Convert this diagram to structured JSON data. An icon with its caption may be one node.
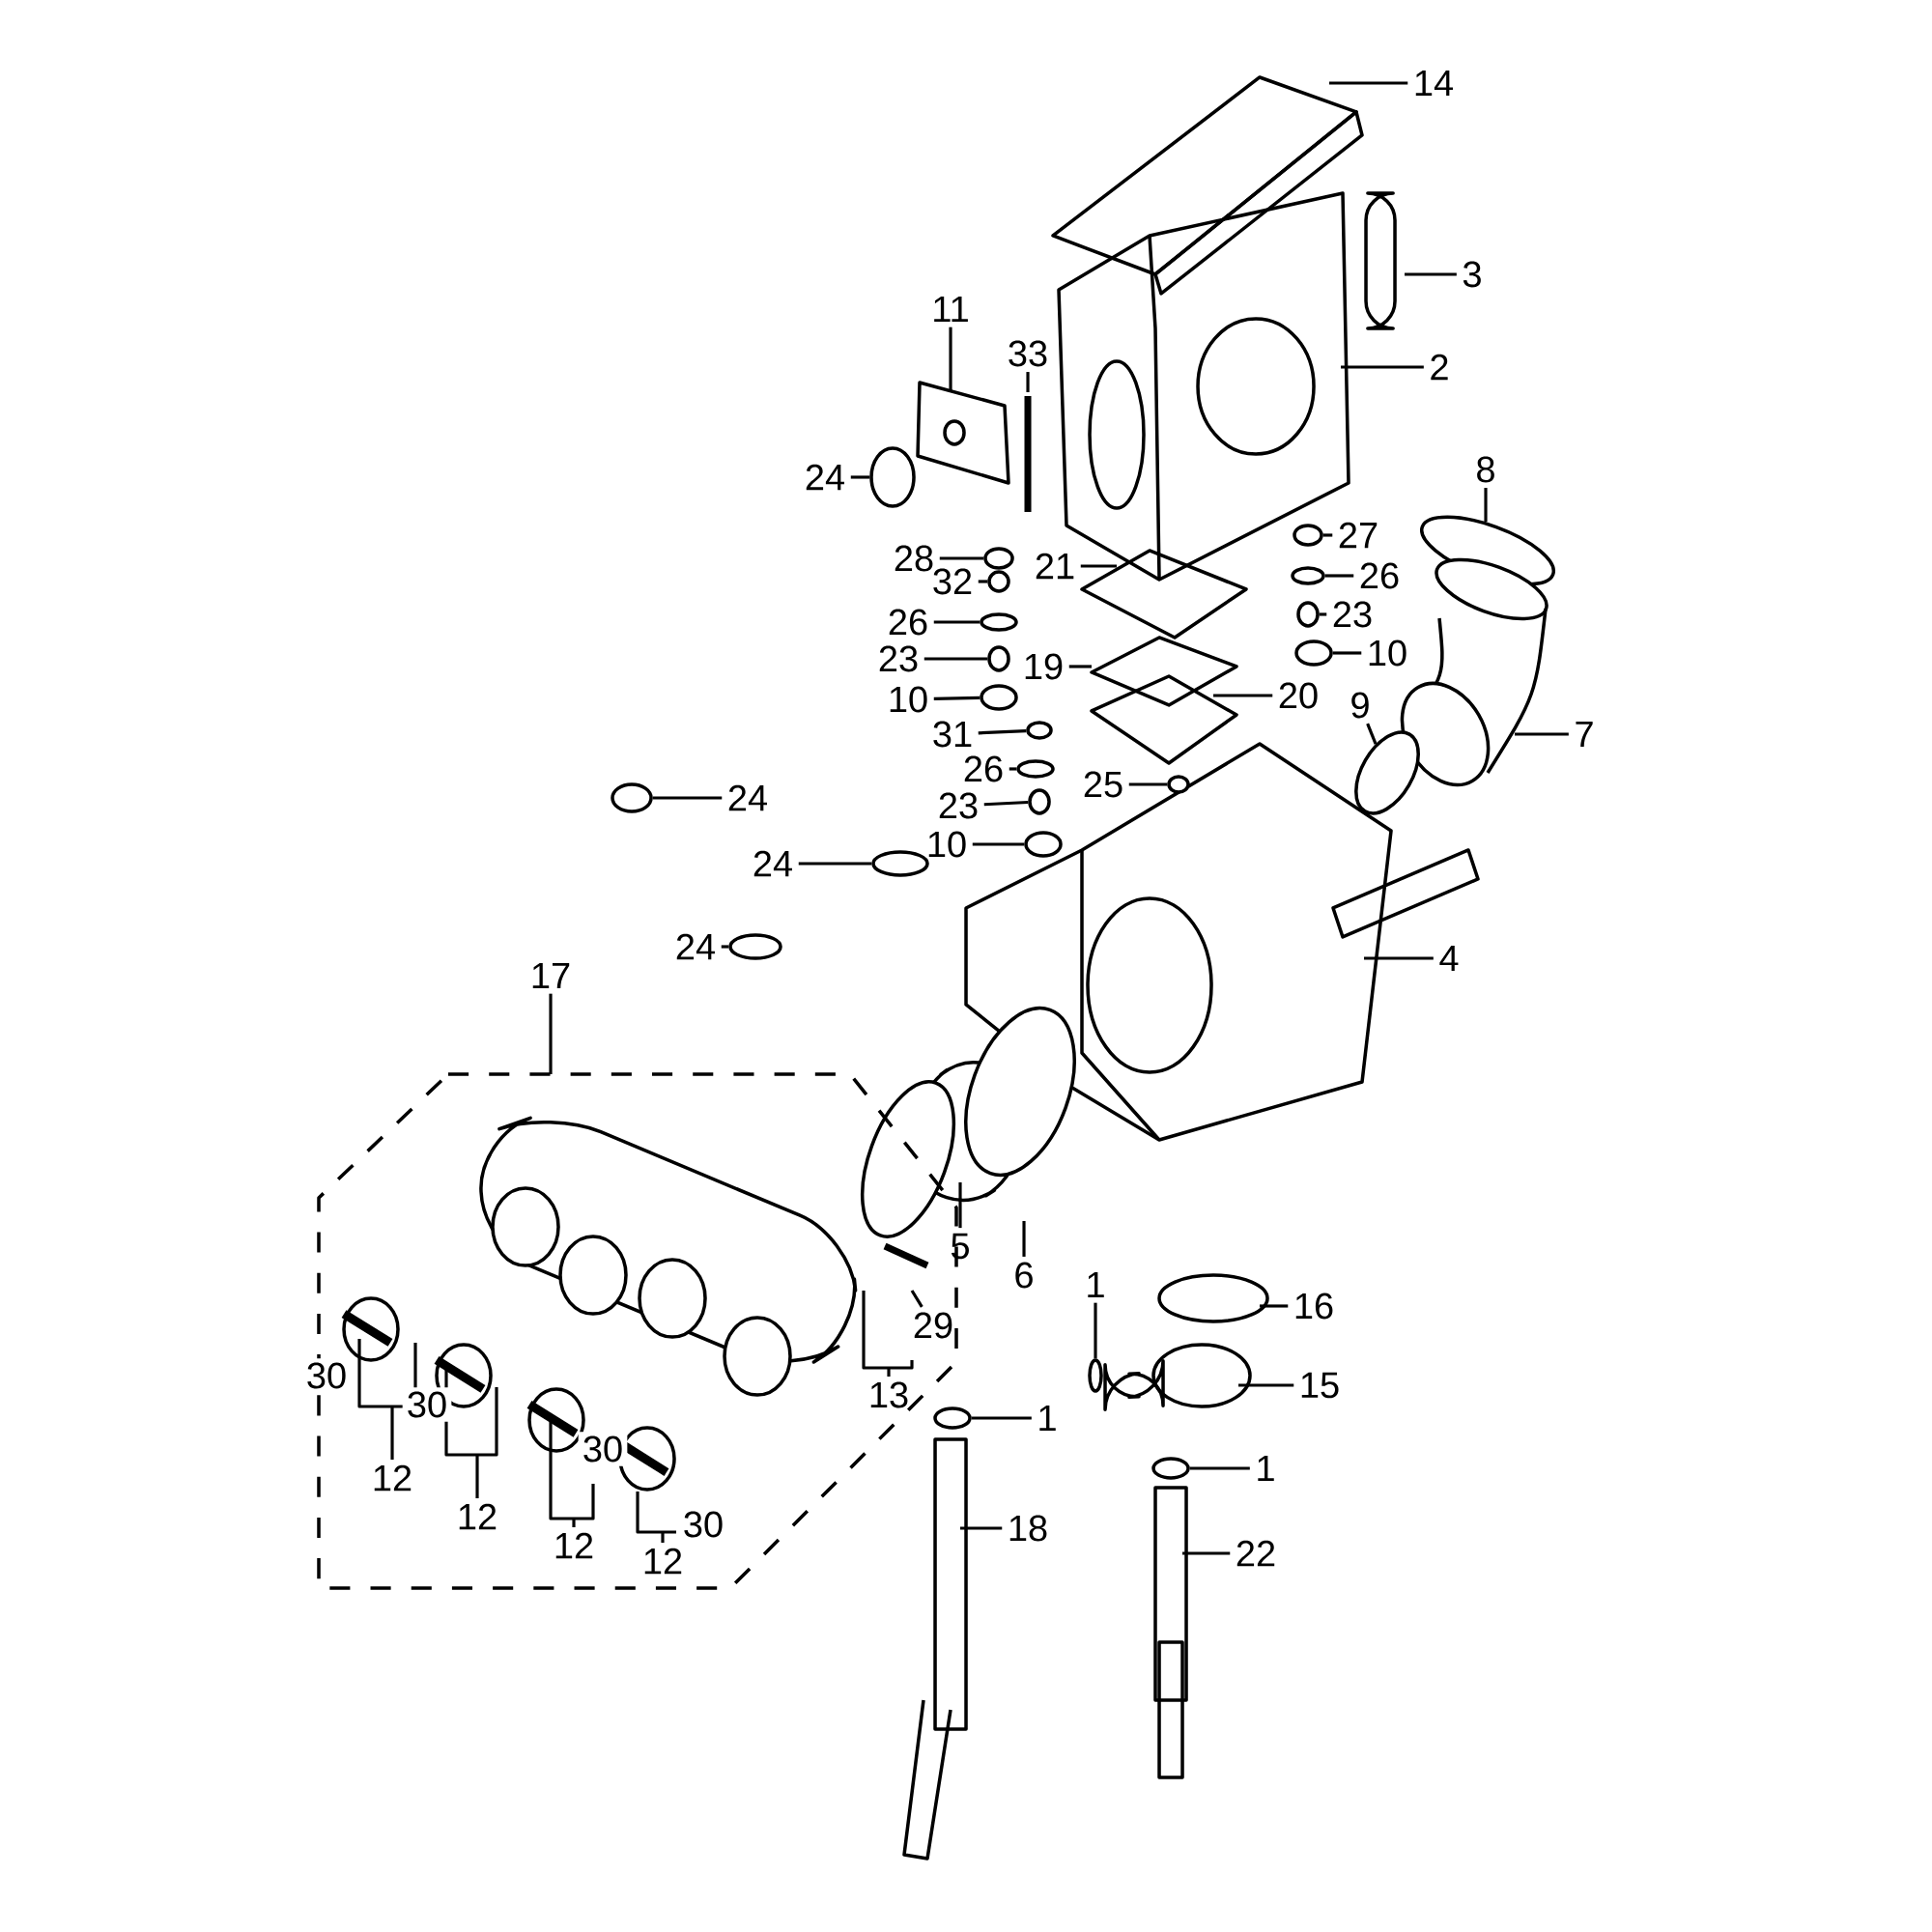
{
  "diagram": {
    "nodes": [
      {
        "text": [
          "14"
        ]
      },
      {
        "text": [
          "3"
        ]
      },
      {
        "text": [
          "11"
        ]
      },
      {
        "text": [
          "33"
        ]
      },
      {
        "text": [
          "2"
        ]
      },
      {
        "text": [
          "8"
        ]
      },
      {
        "text": [
          "24"
        ]
      },
      {
        "text": [
          "27"
        ]
      },
      {
        "text": [
          "28"
        ]
      },
      {
        "text": [
          "21"
        ]
      },
      {
        "text": [
          "26"
        ]
      },
      {
        "text": [
          "32"
        ]
      },
      {
        "text": [
          "26"
        ]
      },
      {
        "text": [
          "23"
        ]
      },
      {
        "text": [
          "10"
        ]
      },
      {
        "text": [
          "23"
        ]
      },
      {
        "text": [
          "19"
        ]
      },
      {
        "text": [
          "20"
        ]
      },
      {
        "text": [
          "10"
        ]
      },
      {
        "text": [
          "9"
        ]
      },
      {
        "text": [
          "31"
        ]
      },
      {
        "text": [
          "7"
        ]
      },
      {
        "text": [
          "26"
        ]
      },
      {
        "text": [
          "25"
        ]
      },
      {
        "text": [
          "24"
        ]
      },
      {
        "text": [
          "23"
        ]
      },
      {
        "text": [
          "10"
        ]
      },
      {
        "text": [
          "24"
        ]
      },
      {
        "text": [
          "24"
        ]
      },
      {
        "text": [
          "4"
        ]
      },
      {
        "text": [
          "17"
        ]
      },
      {
        "text": [
          "5"
        ]
      },
      {
        "text": [
          "6"
        ]
      },
      {
        "text": [
          "1"
        ]
      },
      {
        "text": [
          "16"
        ]
      },
      {
        "text": [
          "29"
        ]
      },
      {
        "text": [
          "13"
        ]
      },
      {
        "text": [
          "15"
        ]
      },
      {
        "text": [
          "1"
        ]
      },
      {
        "text": [
          "12"
        ]
      },
      {
        "text": [
          "1"
        ]
      },
      {
        "text": [
          "12"
        ]
      },
      {
        "text": [
          "18"
        ]
      },
      {
        "text": [
          "12"
        ]
      },
      {
        "text": [
          "22"
        ]
      },
      {
        "text": [
          "12"
        ]
      },
      {
        "text": [],
        "shape": "circle"
      },
      {
        "text": [],
        "shape": "circle"
      },
      {
        "text": [],
        "shape": "circle"
      },
      {
        "text": [],
        "shape": "circle"
      },
      {
        "text": [],
        "shape": "circle"
      },
      {
        "text": [],
        "shape": "circle"
      },
      {
        "text": [],
        "shape": "circle"
      },
      {
        "text": [],
        "shape": "circle"
      },
      {
        "text": [],
        "shape": "circle"
      },
      {
        "text": [],
        "shape": "circle"
      },
      {
        "text": [],
        "shape": "circle"
      },
      {
        "text": [],
        "shape": "circle"
      },
      {
        "text": [],
        "shape": "circle"
      },
      {
        "text": [],
        "shape": "circle"
      },
      {
        "text": [],
        "shape": "circle"
      },
      {
        "text": [],
        "shape": "circle"
      },
      {
        "text": [],
        "shape": "circle"
      },
      {
        "text": [],
        "shape": "circle"
      },
      {
        "text": [],
        "shape": "circle"
      },
      {
        "text": [],
        "shape": "circle"
      },
      {
        "text": [],
        "shape": "circle"
      },
      {
        "text": [],
        "shape": "circle"
      }
    ],
    "edges": [
      {
        "from": 0,
        "to": null,
        "arrow": "none"
      },
      {
        "from": 1,
        "to": null,
        "arrow": "none"
      },
      {
        "from": 2,
        "to": null,
        "arrow": "none"
      },
      {
        "from": 3,
        "to": null,
        "arrow": "none"
      },
      {
        "from": 4,
        "to": null,
        "arrow": "none"
      },
      {
        "from": 5,
        "to": null,
        "arrow": "none"
      },
      {
        "from": 6,
        "to": 46,
        "arrow": "none"
      },
      {
        "from": 7,
        "to": 47,
        "arrow": "none"
      },
      {
        "from": 8,
        "to": 48,
        "arrow": "none"
      },
      {
        "from": 9,
        "to": null,
        "arrow": "none"
      },
      {
        "from": 10,
        "to": 49,
        "arrow": "none"
      },
      {
        "from": 11,
        "to": 50,
        "arrow": "none"
      },
      {
        "from": 12,
        "to": 51,
        "arrow": "none"
      },
      {
        "from": 13,
        "to": 52,
        "arrow": "none"
      },
      {
        "from": 14,
        "to": 53,
        "arrow": "none"
      },
      {
        "from": 15,
        "to": 54,
        "arrow": "none"
      },
      {
        "from": 16,
        "to": null,
        "arrow": "none"
      },
      {
        "from": 17,
        "to": null,
        "arrow": "none"
      },
      {
        "from": 18,
        "to": 55,
        "arrow": "none"
      },
      {
        "from": 19,
        "to": 67,
        "arrow": "none"
      },
      {
        "from": 20,
        "to": 56,
        "arrow": "none"
      },
      {
        "from": 21,
        "to": null,
        "arrow": "none"
      },
      {
        "from": 22,
        "to": 57,
        "arrow": "none"
      },
      {
        "from": 23,
        "to": 58,
        "arrow": "none"
      },
      {
        "from": 24,
        "to": 59,
        "arrow": "none"
      },
      {
        "from": 25,
        "to": 60,
        "arrow": "none"
      },
      {
        "from": 26,
        "to": 61,
        "arrow": "none"
      },
      {
        "from": 27,
        "to": 62,
        "arrow": "none"
      },
      {
        "from": 28,
        "to": 63,
        "arrow": "none"
      },
      {
        "from": 29,
        "to": null,
        "arrow": "none"
      },
      {
        "from": 30,
        "to": null,
        "arrow": "none"
      },
      {
        "from": 31,
        "to": null,
        "arrow": "none"
      },
      {
        "from": 32,
        "to": null,
        "arrow": "none"
      },
      {
        "from": 33,
        "to": 64,
        "arrow": "none"
      },
      {
        "from": 34,
        "to": null,
        "arrow": "none"
      },
      {
        "from": 35,
        "to": null,
        "arrow": "none"
      },
      {
        "from": 36,
        "to": null,
        "arrow": "none"
      },
      {
        "from": 37,
        "to": null,
        "arrow": "none"
      },
      {
        "from": 38,
        "to": 65,
        "arrow": "none"
      },
      {
        "from": 39,
        "to": null,
        "arrow": "none"
      },
      {
        "from": 40,
        "to": 66,
        "arrow": "none"
      },
      {
        "from": 41,
        "to": null,
        "arrow": "none"
      },
      {
        "from": 42,
        "to": null,
        "arrow": "none"
      },
      {
        "from": 43,
        "to": null,
        "arrow": "none"
      },
      {
        "from": 44,
        "to": null,
        "arrow": "none"
      },
      {
        "from": 45,
        "to": null,
        "arrow": "none"
      }
    ],
    "labels": [
      "30",
      "30",
      "30",
      "30"
    ]
  }
}
